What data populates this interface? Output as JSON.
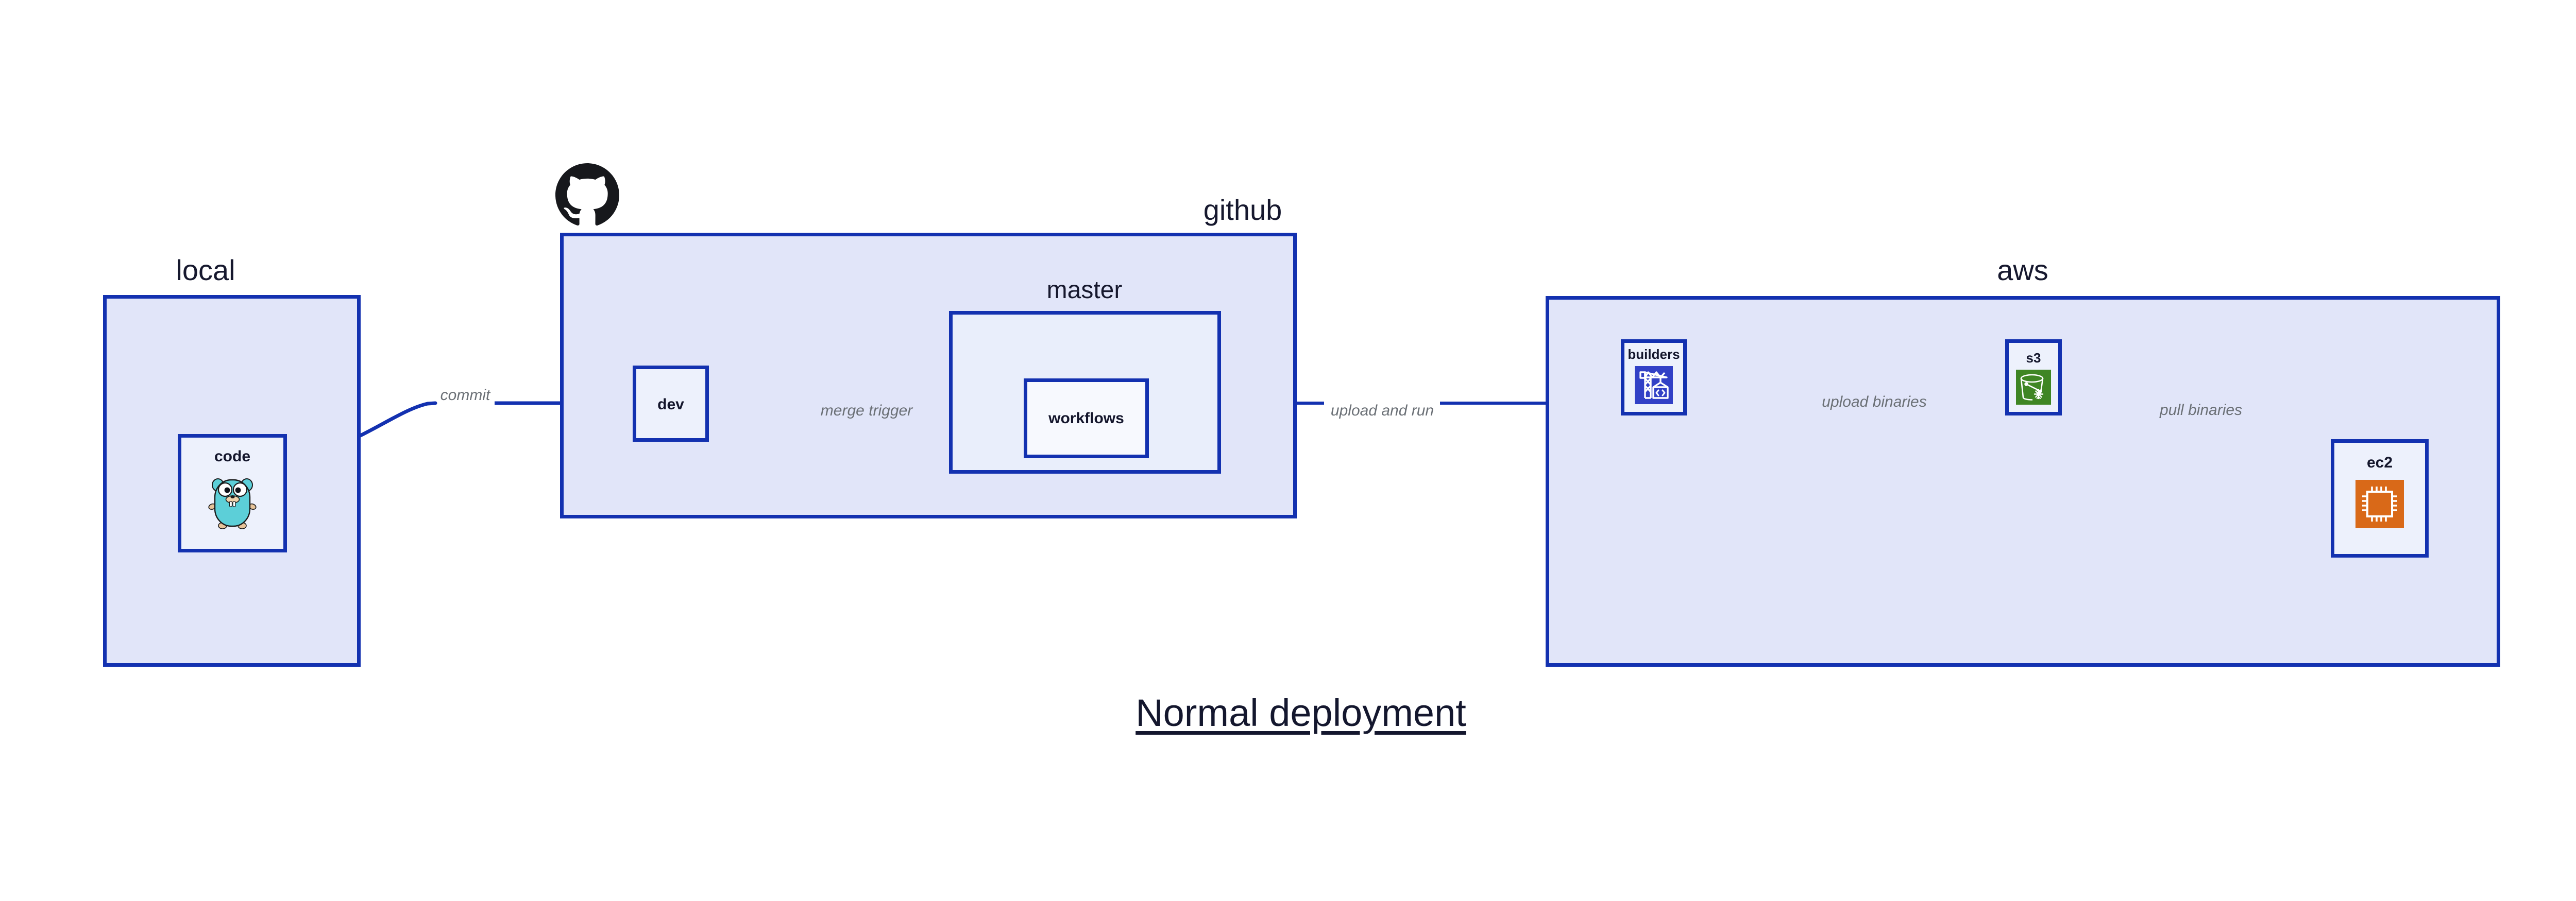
{
  "diagram": {
    "caption": "Normal deployment",
    "accent_border": "#1331b0",
    "group_fill": "#e1e5f9",
    "node_fill": "#edf1fc",
    "label_color": "#6b7076"
  },
  "groups": [
    {
      "id": "local",
      "title": "local"
    },
    {
      "id": "github",
      "title": "github"
    },
    {
      "id": "aws",
      "title": "aws"
    }
  ],
  "subgroups": [
    {
      "id": "master",
      "title": "master",
      "parent": "github"
    }
  ],
  "nodes": [
    {
      "id": "code",
      "label": "code",
      "group": "local",
      "icon": "go-gopher-icon"
    },
    {
      "id": "dev",
      "label": "dev",
      "group": "github",
      "icon": "none"
    },
    {
      "id": "workflows",
      "label": "workflows",
      "group": "master",
      "icon": "none"
    },
    {
      "id": "builders",
      "label": "builders",
      "group": "aws",
      "icon": "aws-builders-crane-icon",
      "icon_color": "#3241c6"
    },
    {
      "id": "s3",
      "label": "s3",
      "group": "aws",
      "icon": "aws-s3-bucket-icon",
      "icon_color": "#3f8624"
    },
    {
      "id": "ec2",
      "label": "ec2",
      "group": "aws",
      "icon": "aws-ec2-chip-icon",
      "icon_color": "#d96918"
    }
  ],
  "edges": [
    {
      "id": "commit",
      "from": "code",
      "to": "dev",
      "label": "commit"
    },
    {
      "id": "merge-trigger",
      "from": "dev",
      "to": "workflows",
      "label": "merge trigger"
    },
    {
      "id": "upload-and-run",
      "from": "workflows",
      "to": "builders",
      "label": "upload and run"
    },
    {
      "id": "upload-binaries",
      "from": "builders",
      "to": "s3",
      "label": "upload binaries"
    },
    {
      "id": "pull-binaries",
      "from": "s3",
      "to": "ec2",
      "label": "pull binaries"
    }
  ],
  "logos": [
    {
      "id": "github-logo",
      "name": "github-octocat-icon"
    }
  ]
}
